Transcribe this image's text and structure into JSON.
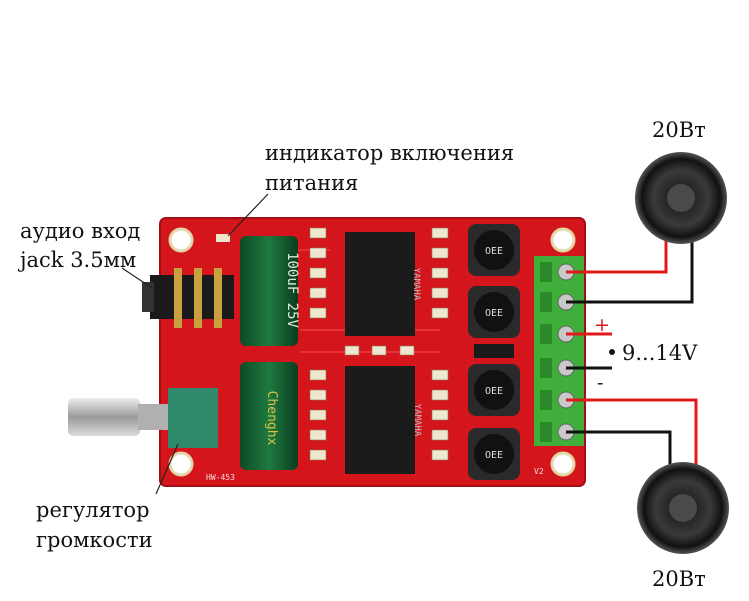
{
  "labels": {
    "power_indicator_line1": "индикатор включения",
    "power_indicator_line2": "питания",
    "audio_in_line1": "аудио вход",
    "audio_in_line2": "jack 3.5мм",
    "volume_line1": "регулятор",
    "volume_line2": "громкости",
    "speaker_top_power": "20Вт",
    "speaker_bottom_power": "20Вт",
    "supply_voltage": "9...14V",
    "plus_sign": "+",
    "minus_sign": "-"
  },
  "board": {
    "model": "HW-453",
    "chip": "YAMAHA",
    "cap_text_top": "100uF 25V",
    "cap_brand": "Chenghx",
    "inductor_text": "OEE",
    "v2_mark": "V2"
  },
  "colors": {
    "pcb_red": "#d4151c",
    "terminal_green": "#3fae3a",
    "wire_red": "#e01818",
    "wire_black": "#111111"
  }
}
